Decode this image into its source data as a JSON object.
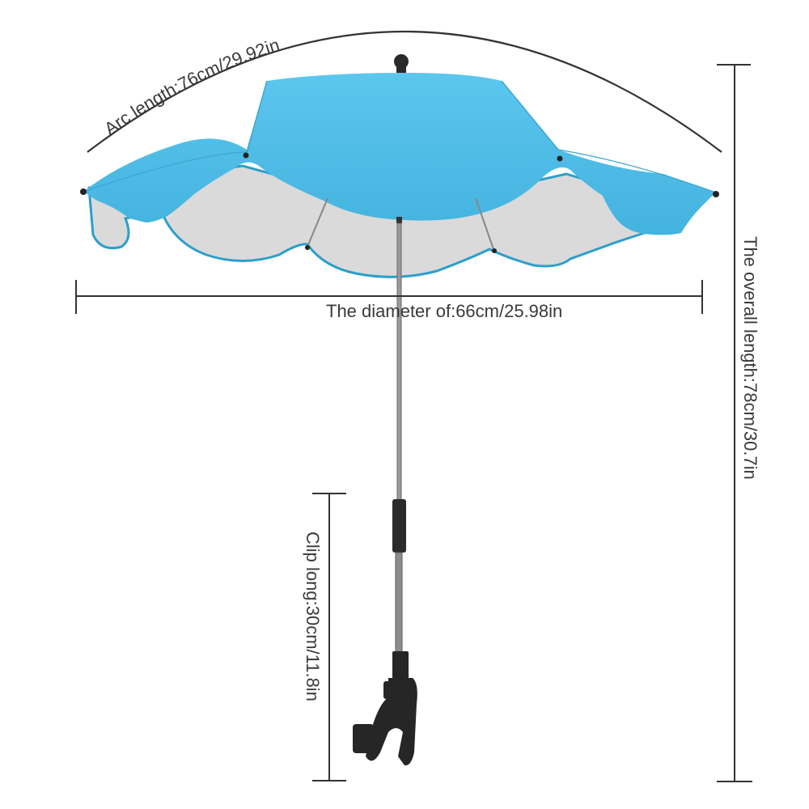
{
  "product": {
    "type": "clip-on stroller umbrella",
    "canopy_color": "#4fbde6",
    "canopy_inner_color": "#d9d9d9",
    "trim_color": "#2c9fcb"
  },
  "dimensions": {
    "arc_length": "Arc length:76cm/29.92in",
    "diameter": "The diameter of:66cm/25.98in",
    "overall_length": "The overall length:78cm/30.7in",
    "clip_long": "Clip long:30cm/11.8in"
  }
}
